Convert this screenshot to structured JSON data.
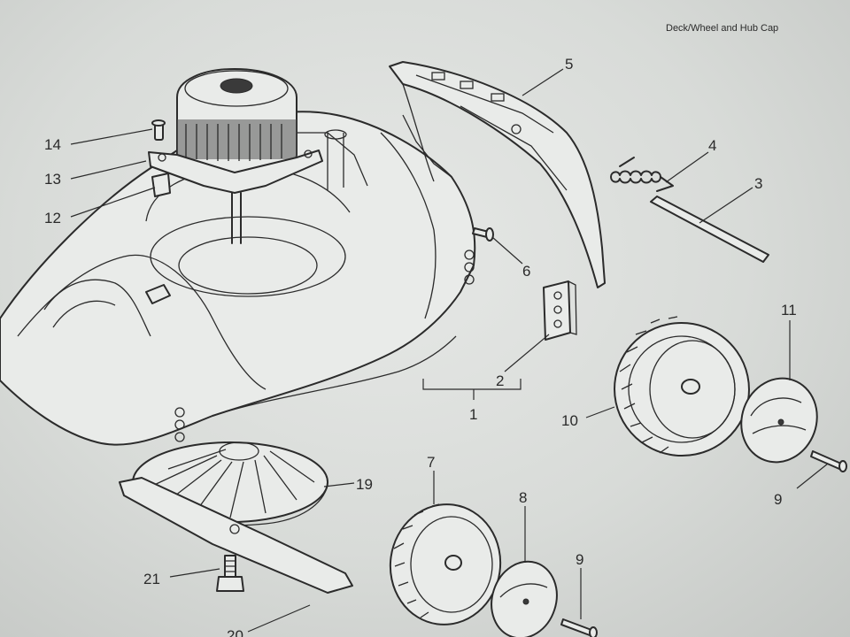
{
  "page": {
    "title": "Deck/Wheel and Hub Cap"
  },
  "callouts": {
    "c1": "1",
    "c2": "2",
    "c3": "3",
    "c4": "4",
    "c5": "5",
    "c6": "6",
    "c7": "7",
    "c8": "8",
    "c9a": "9",
    "c9b": "9",
    "c10": "10",
    "c11": "11",
    "c12": "12",
    "c13": "13",
    "c14": "14",
    "c19": "19",
    "c20": "20",
    "c21": "21"
  }
}
